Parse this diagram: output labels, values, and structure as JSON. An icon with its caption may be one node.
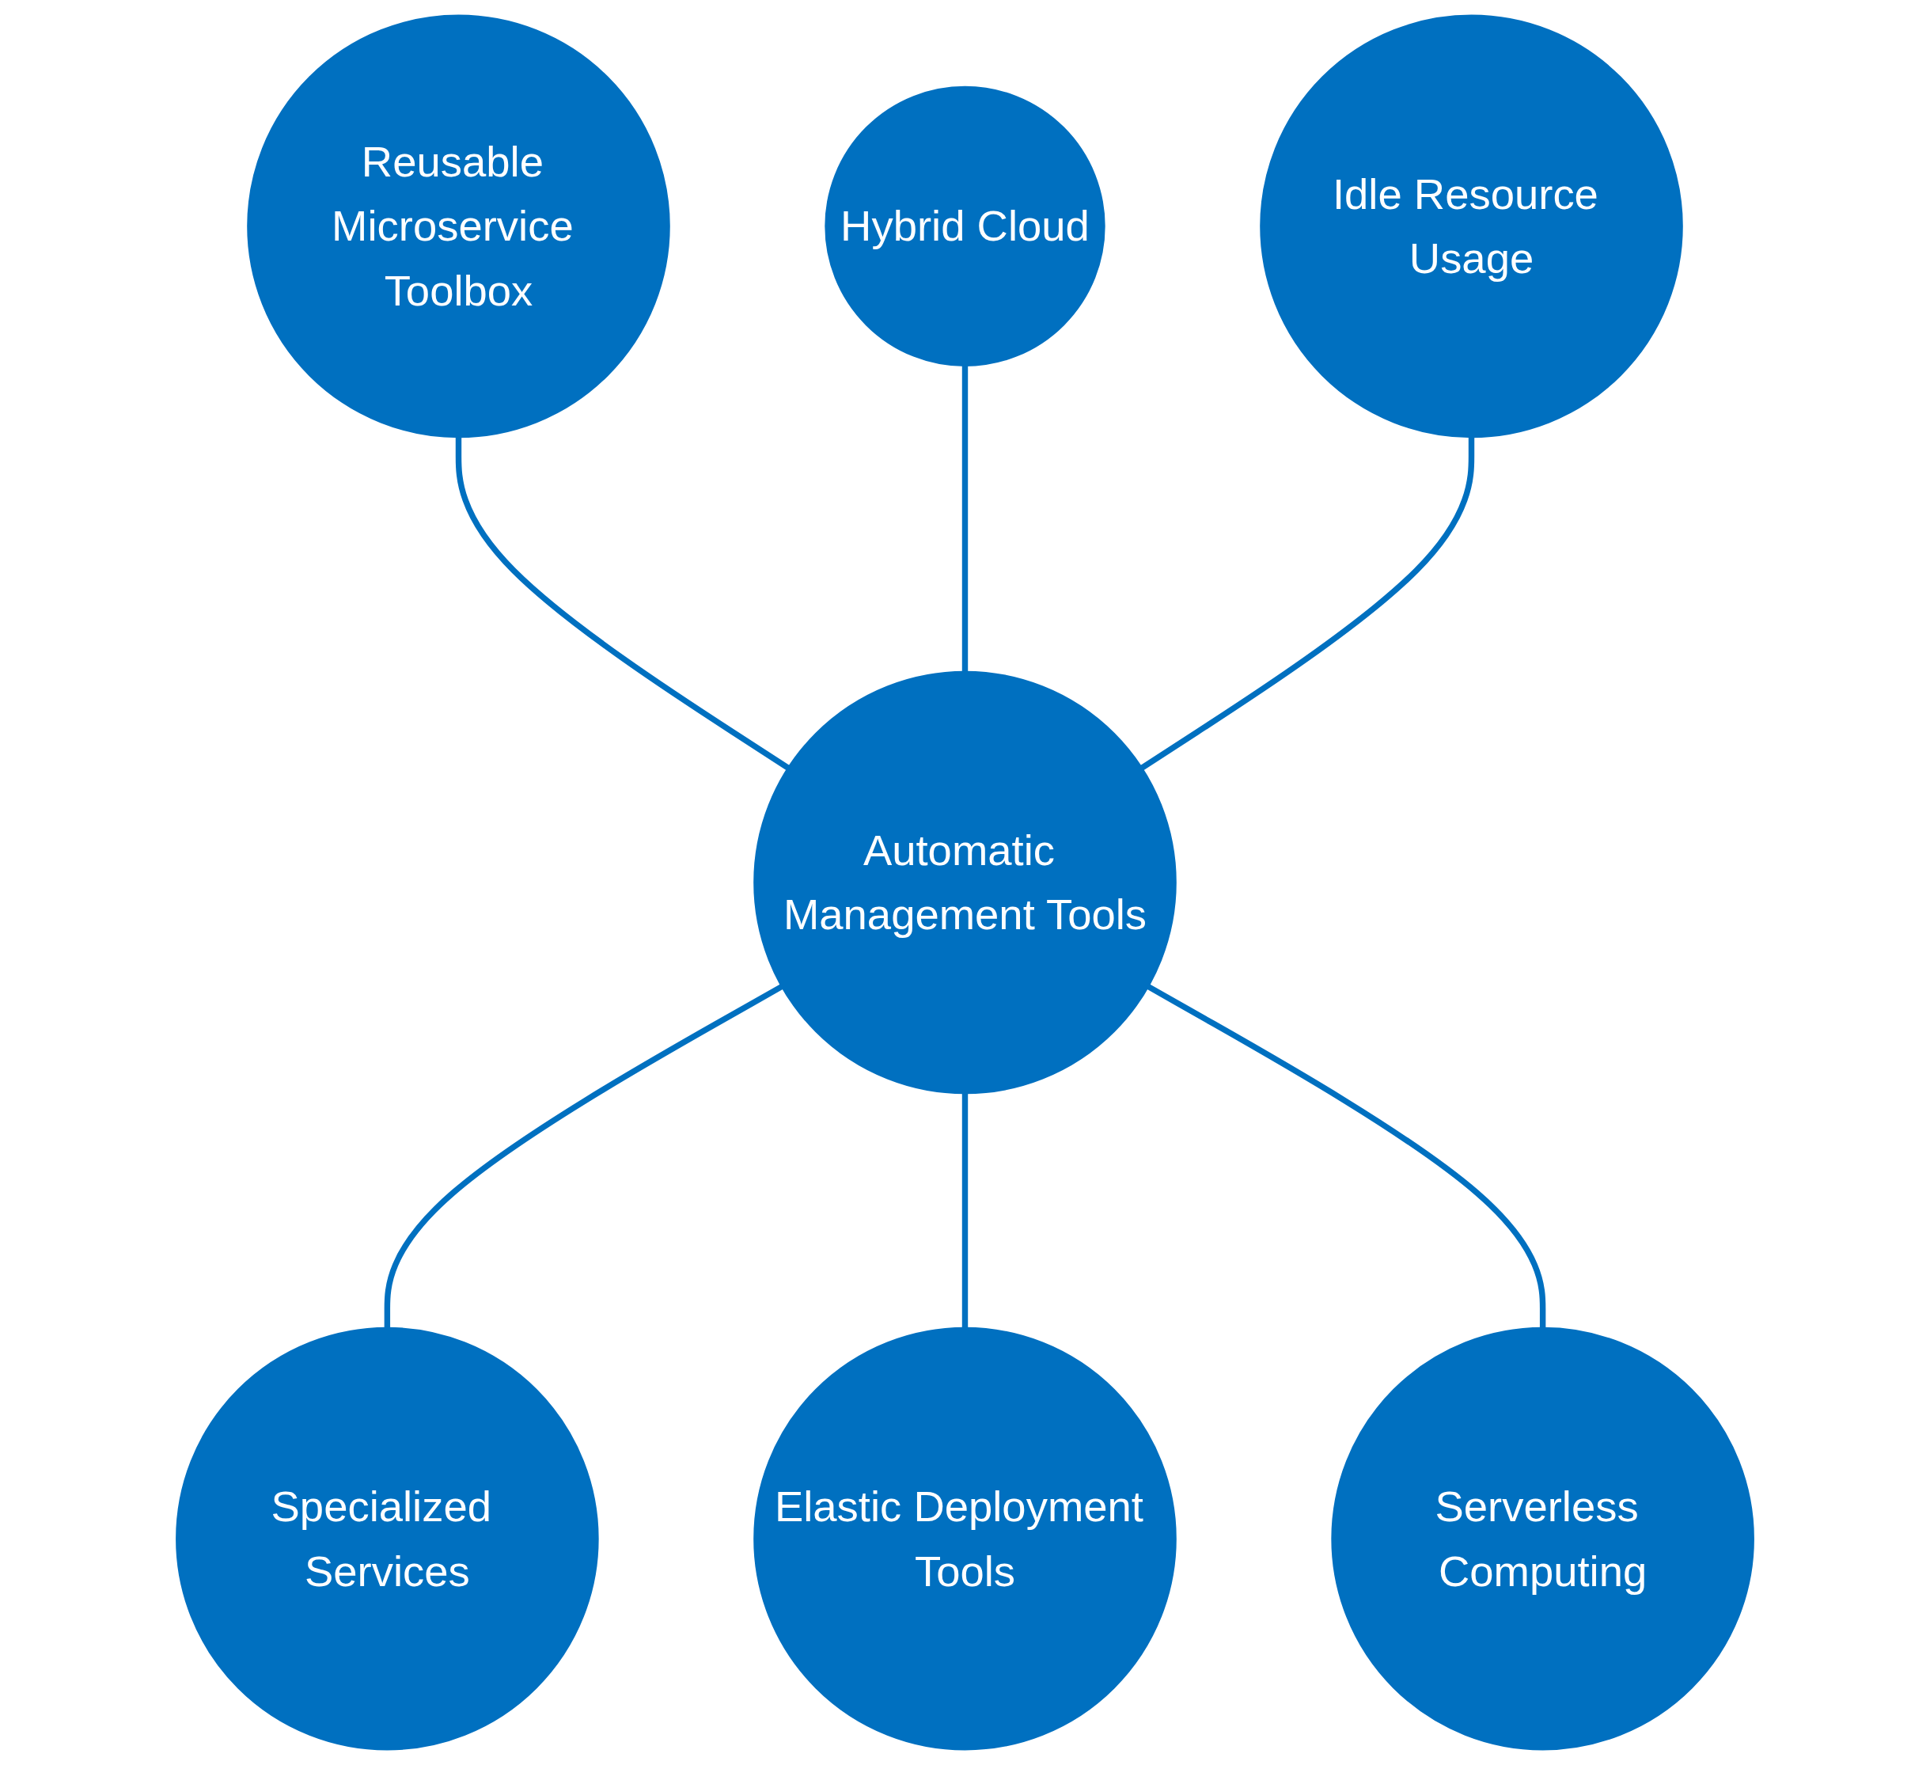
{
  "diagram": {
    "nodes": [
      {
        "text": [
          "Hybrid Cloud"
        ]
      },
      {
        "text": [
          "Reusable Microservice Toolbox"
        ]
      },
      {
        "text": [
          "Idle Resource Usage"
        ]
      },
      {
        "text": [
          "Automatic Management Tools"
        ]
      },
      {
        "text": [
          "Specialized Services"
        ]
      },
      {
        "text": [
          "Serverless Computing"
        ]
      },
      {
        "text": [
          "Elastic Deployment Tools"
        ]
      }
    ],
    "edges": [
      {
        "from": 1,
        "to": 3,
        "arrow": "none"
      },
      {
        "from": 0,
        "to": 3,
        "arrow": "none"
      },
      {
        "from": 2,
        "to": 3,
        "arrow": "none"
      },
      {
        "from": 3,
        "to": 4,
        "arrow": "none"
      },
      {
        "from": 3,
        "to": 6,
        "arrow": "none"
      },
      {
        "from": 3,
        "to": 5,
        "arrow": "none"
      }
    ]
  }
}
